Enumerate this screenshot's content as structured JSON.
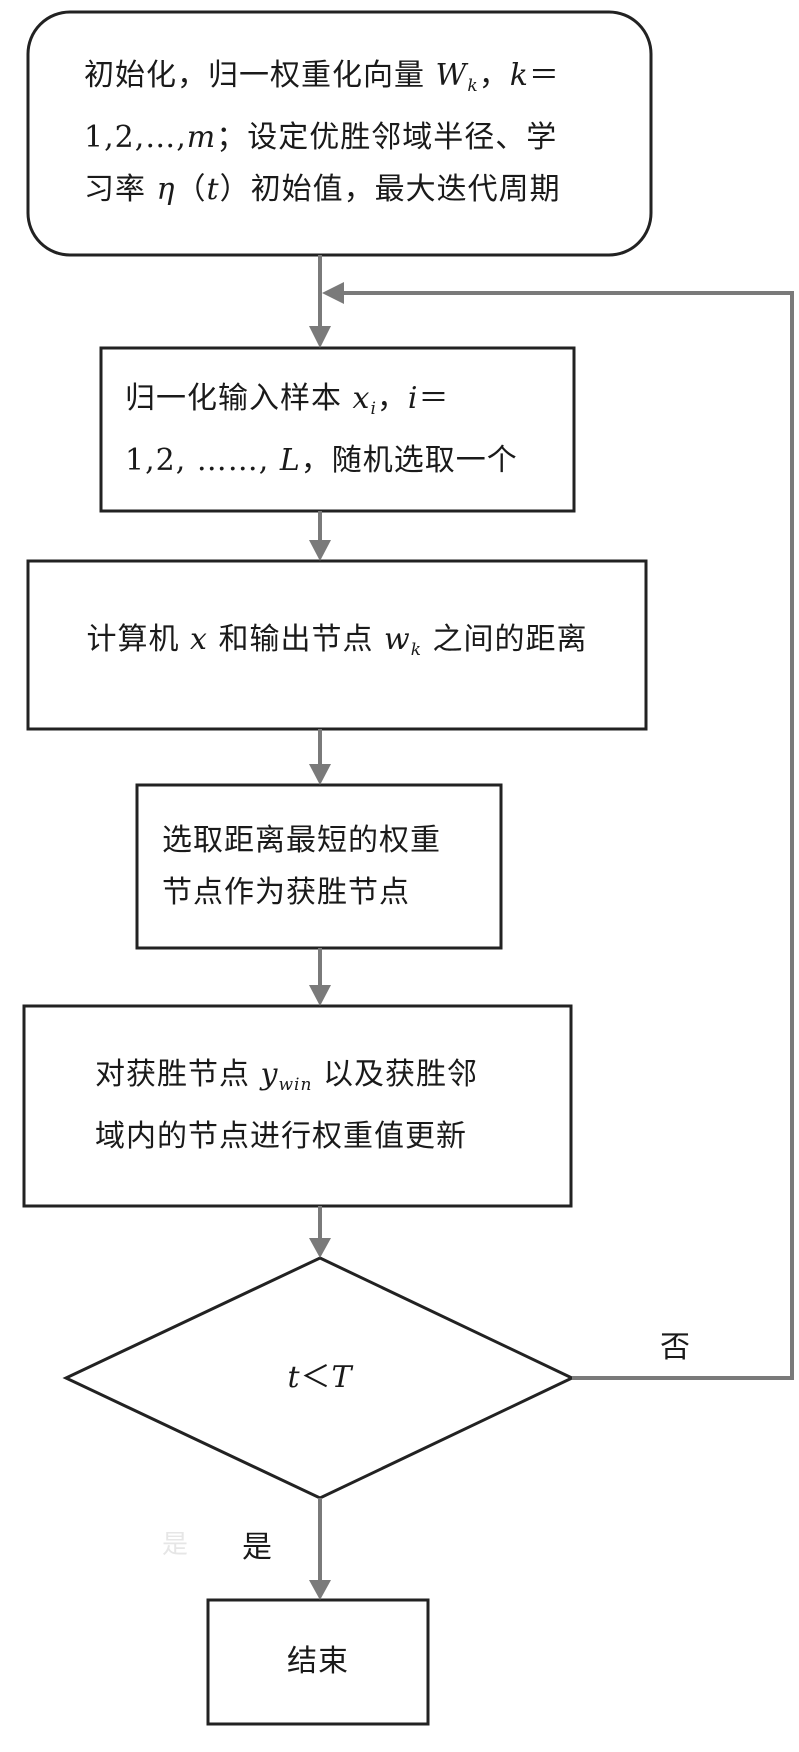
{
  "nodes": {
    "init": {
      "line1_text": "初始化，归一权重化向量 ",
      "line1_var": "W",
      "line1_sub": "k",
      "line1_sep": "，",
      "line1_var2": "k",
      "line1_tail": "＝",
      "line2_text": "1,2,…,",
      "line2_var": "m",
      "line2_tail": "；设定优胜邻域半径、学",
      "line3_text": "习率 ",
      "line3_var": "η",
      "line3_mid": "（",
      "line3_var2": "t",
      "line3_tail": "）初始值，最大迭代周期"
    },
    "normalize": {
      "line1_text": "归一化输入样本 ",
      "line1_var": "x",
      "line1_sub": "i",
      "line1_sep": "，",
      "line1_var2": "i",
      "line1_tail": "＝",
      "line2_text": "1,2, ……, ",
      "line2_var": "L",
      "line2_tail": "，随机选取一个"
    },
    "distance": {
      "line1_text": "计算机 ",
      "line1_var": "x",
      "line1_mid": " 和输出节点 ",
      "line1_var2": "w",
      "line1_sub": "k",
      "line1_tail": " 之间的距离"
    },
    "select": {
      "line1": "选取距离最短的权重",
      "line2": "节点作为获胜节点"
    },
    "update": {
      "line1_text": "对获胜节点 ",
      "line1_var": "y",
      "line1_sub": "win",
      "line1_tail": " 以及获胜邻",
      "line2": "域内的节点进行权重值更新"
    },
    "decision": {
      "var1": "t",
      "op": "＜",
      "var2": "T"
    },
    "end": {
      "label": "结束"
    }
  },
  "edges": {
    "no_label": "否",
    "yes_label": "是",
    "yes_ghost": "是"
  },
  "colors": {
    "stroke": "#222222",
    "arrow": "#7a7a7a"
  }
}
